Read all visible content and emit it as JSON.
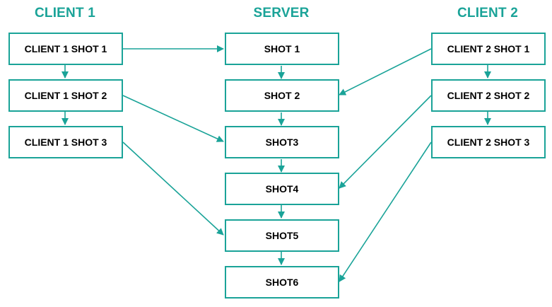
{
  "colors": {
    "accent": "#1aa398",
    "text": "#000000",
    "background": "#ffffff"
  },
  "columns": {
    "client1": {
      "title": "CLIENT 1",
      "shots": [
        "CLIENT 1 SHOT 1",
        "CLIENT 1 SHOT 2",
        "CLIENT 1 SHOT 3"
      ]
    },
    "server": {
      "title": "SERVER",
      "shots": [
        "SHOT 1",
        "SHOT 2",
        "SHOT3",
        "SHOT4",
        "SHOT5",
        "SHOT6"
      ]
    },
    "client2": {
      "title": "CLIENT 2",
      "shots": [
        "CLIENT 2 SHOT 1",
        "CLIENT 2 SHOT 2",
        "CLIENT 2 SHOT 3"
      ]
    }
  }
}
